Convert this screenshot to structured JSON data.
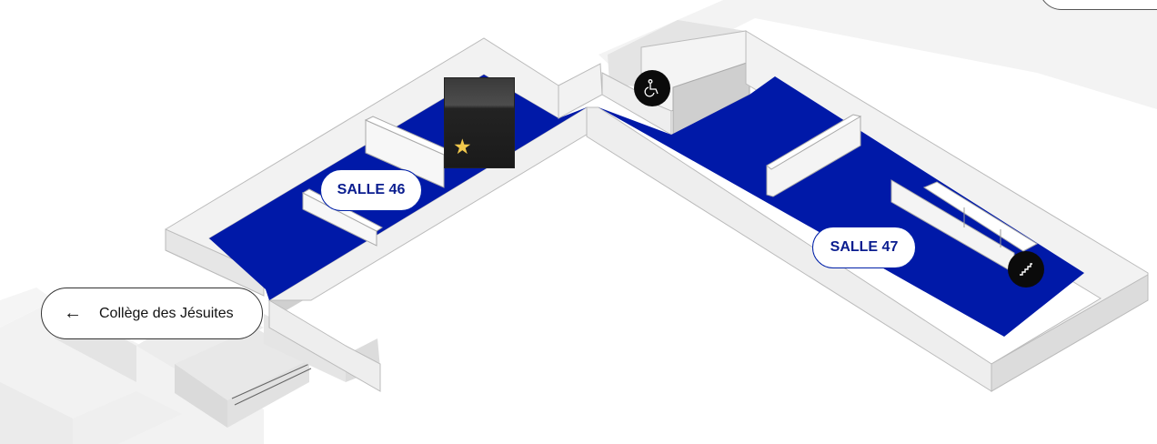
{
  "map": {
    "rooms": [
      {
        "id": "salle-46",
        "label": "SALLE 46"
      },
      {
        "id": "salle-47",
        "label": "SALLE 47"
      }
    ],
    "back_link": {
      "label": "Collège des Jésuites",
      "icon": "arrow-left-icon"
    },
    "icons": {
      "accessibility": "wheelchair-icon",
      "stairs": "stairs-icon",
      "highlight": "star-icon"
    },
    "colors": {
      "room_floor": "#0019a8",
      "room_label_text": "#0a1d8f",
      "highlight_star": "#f2c94c",
      "icon_background": "#0b0b0b"
    }
  }
}
